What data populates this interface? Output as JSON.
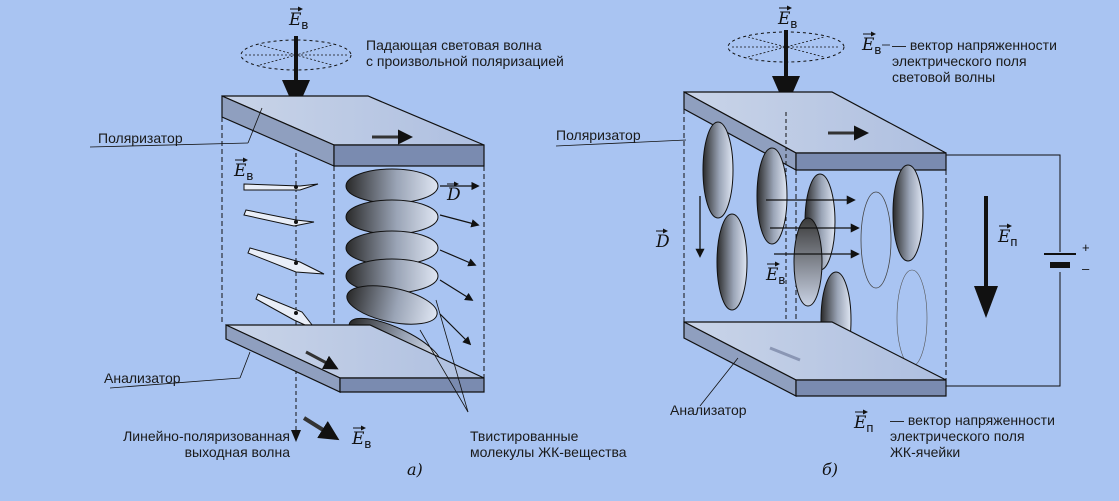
{
  "left": {
    "incident_wave": "Падающая световая волна\nс произвольной поляризацией",
    "polarizer": "Поляризатор",
    "analyzer": "Анализатор",
    "output_wave": "Линейно-поляризованная\nвыходная волна",
    "molecules": "Твистированные\nмолекулы ЖК-вещества",
    "caption": "а)"
  },
  "right": {
    "e_v_def": "— вектор напряженности\nэлектрического поля\nсветовой волны",
    "polarizer": "Поляризатор",
    "analyzer": "Анализатор",
    "e_p_def": "— вектор напряженности\nэлектрического поля\nЖК-ячейки",
    "caption": "б)"
  }
}
